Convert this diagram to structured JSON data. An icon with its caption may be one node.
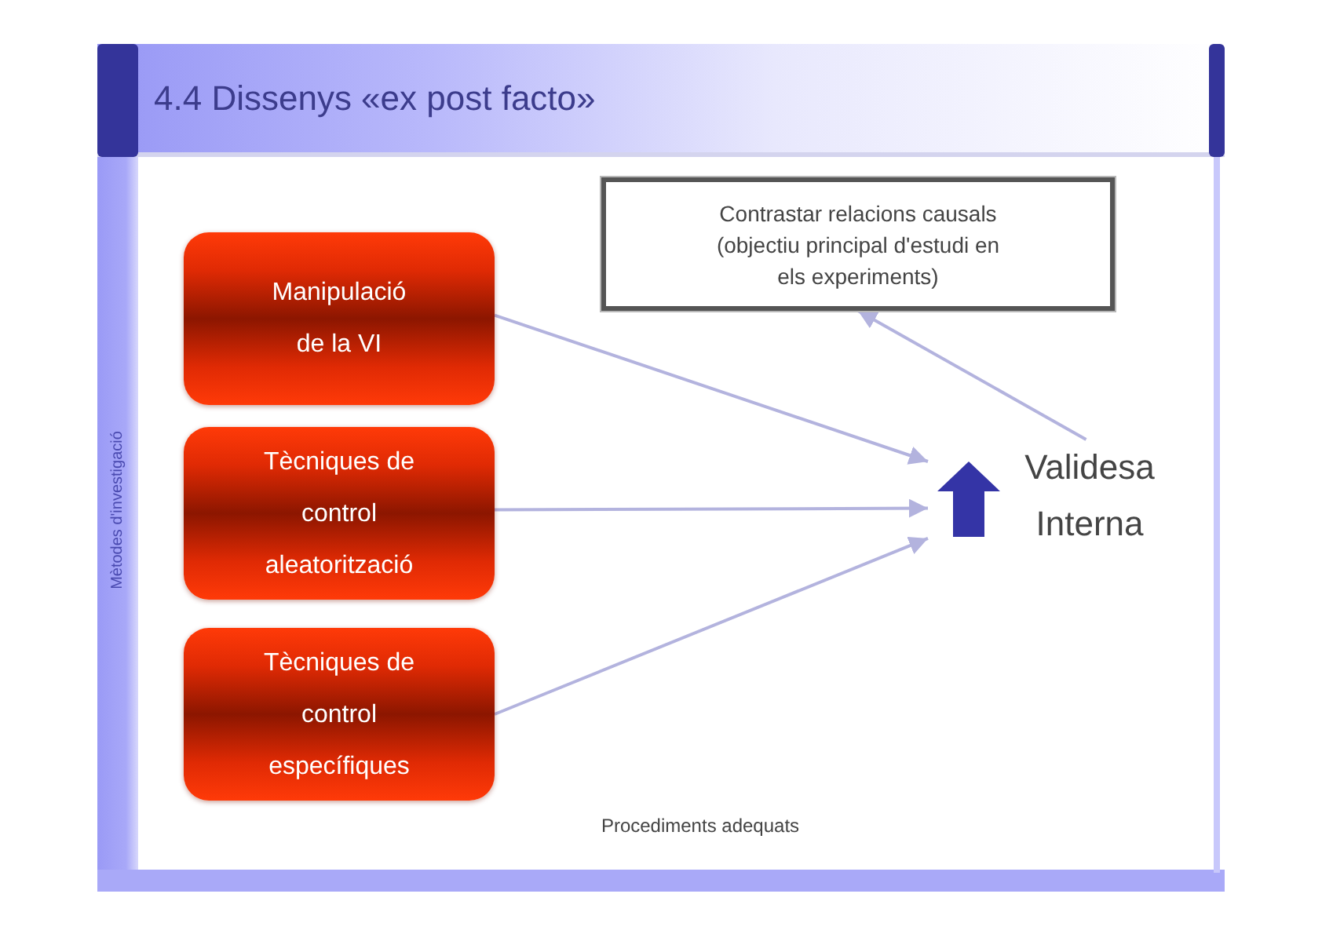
{
  "diagram": {
    "title": "4.4 Dissenys «ex post facto»",
    "nodes": [
      {
        "text": [
          "Manipulació de la VI"
        ]
      },
      {
        "text": [
          "Tècniques de control aleatorització"
        ]
      },
      {
        "text": [
          "Tècniques de control específiques"
        ]
      },
      {
        "text": [],
        "shape": "arrow"
      },
      {
        "text": [
          "Validesa Interna"
        ]
      },
      {
        "text": [
          "Contrastar relacions causals (objectiu principal d'estudi en els experiments)"
        ]
      }
    ],
    "edges": [
      {
        "from": 0,
        "to": 3,
        "arrow": "to"
      },
      {
        "from": 1,
        "to": 3,
        "arrow": "to"
      },
      {
        "from": 2,
        "to": 3,
        "arrow": "to"
      },
      {
        "from": 4,
        "to": 5,
        "arrow": "to"
      }
    ],
    "labels": [
      "Mètodes d'investigació",
      "Procediments adequats"
    ]
  }
}
